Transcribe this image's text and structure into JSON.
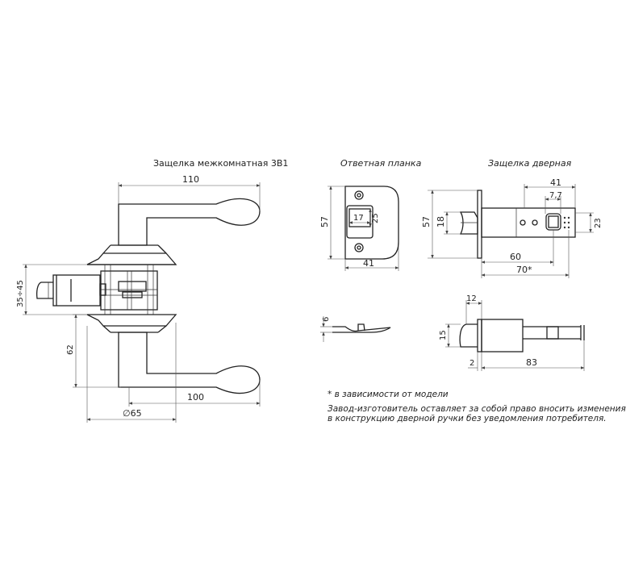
{
  "titles": {
    "main": "Защелка межкомнатная 3В1",
    "strike": "Ответная планка",
    "latch": "Защелка дверная"
  },
  "dims": {
    "handle_top_len": "110",
    "door_thickness": "35÷45",
    "handle_height": "62",
    "handle_bottom_len": "100",
    "rosette_dia": "∅65",
    "strike_height": "57",
    "strike_width": "41",
    "strike_hole_w": "17",
    "strike_hole_h": "25",
    "strike_thickness": "6",
    "latch_plate_h": "57",
    "latch_bolt_h": "18",
    "latch_w41": "41",
    "latch_w77": "7,7",
    "latch_h23": "23",
    "latch_backset60": "60",
    "latch_backset70": "70*",
    "side_w12": "12",
    "side_h15": "15",
    "side_t2": "2",
    "side_len83": "83"
  },
  "notes": {
    "model": "* в зависимости от модели",
    "line1": "Завод-изготовитель оставляет за собой право вносить изменения",
    "line2": "в конструкцию дверной ручки без уведомления потребителя."
  }
}
